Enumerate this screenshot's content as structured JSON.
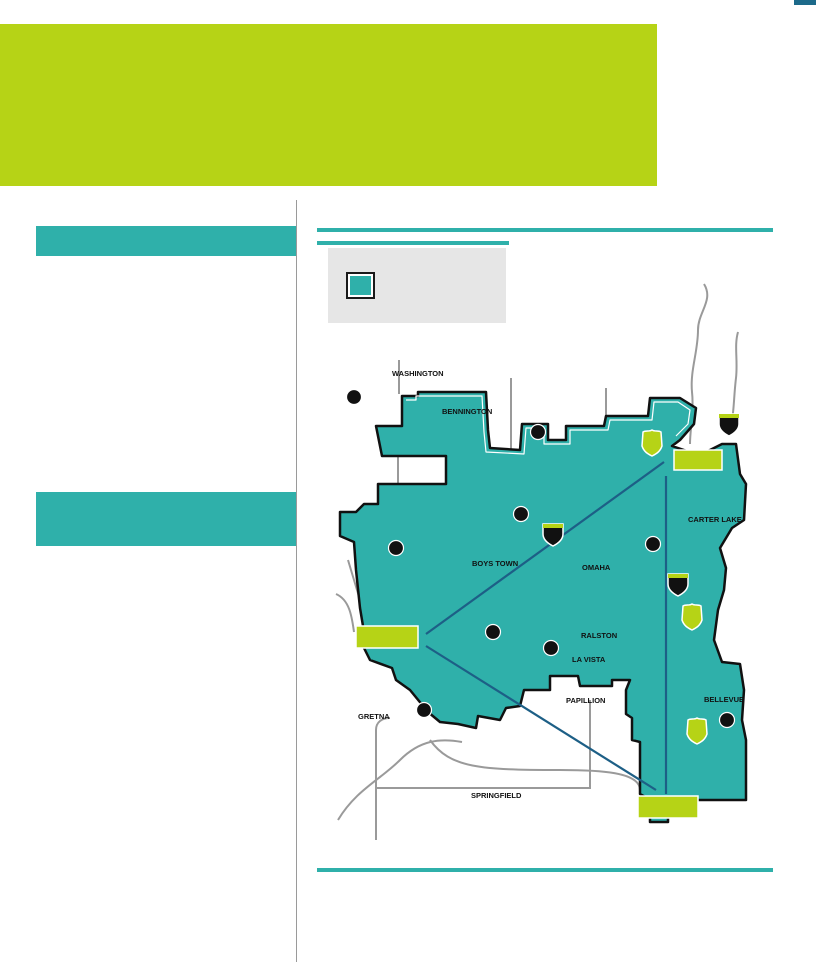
{
  "colors": {
    "accent_green": "#b6d316",
    "teal": "#2fb0aa",
    "navy_line": "#1d5f86",
    "road_gray": "#9a9a9a",
    "legend_bg": "#e6e6e6"
  },
  "map": {
    "legend": {
      "swatch_icon": "teal-area-swatch"
    },
    "place_labels": [
      "WASHINGTON",
      "BENNINGTON",
      "CARTER LAKE",
      "BOYS TOWN",
      "OMAHA",
      "RALSTON",
      "LA VISTA",
      "PAPILLION",
      "BELLEVUE",
      "GRETNA",
      "SPRINGFIELD"
    ],
    "icons": {
      "interstate_shield": "interstate-shield-icon",
      "us_route_shield": "us-route-shield-icon",
      "location_marker": "location-dot-icon",
      "vertex_callout": "green-callout-box"
    }
  }
}
